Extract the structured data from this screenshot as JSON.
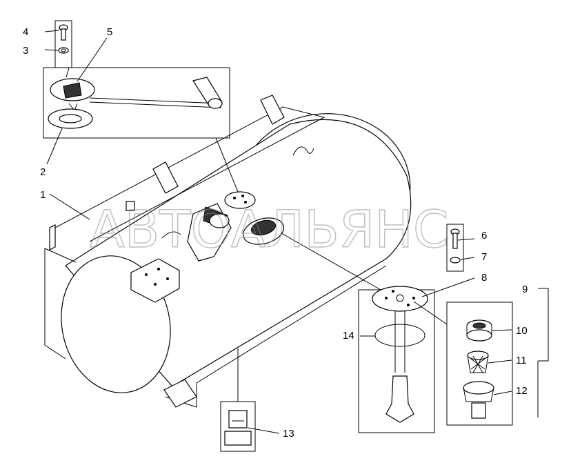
{
  "watermark": "АВТОАЛЬЯНС",
  "callouts": {
    "c1": "1",
    "c2": "2",
    "c3": "3",
    "c4": "4",
    "c5": "5",
    "c6": "6",
    "c7": "7",
    "c8": "8",
    "c9": "9",
    "c10": "10",
    "c11": "11",
    "c12": "12",
    "c13": "13",
    "c14": "14"
  }
}
